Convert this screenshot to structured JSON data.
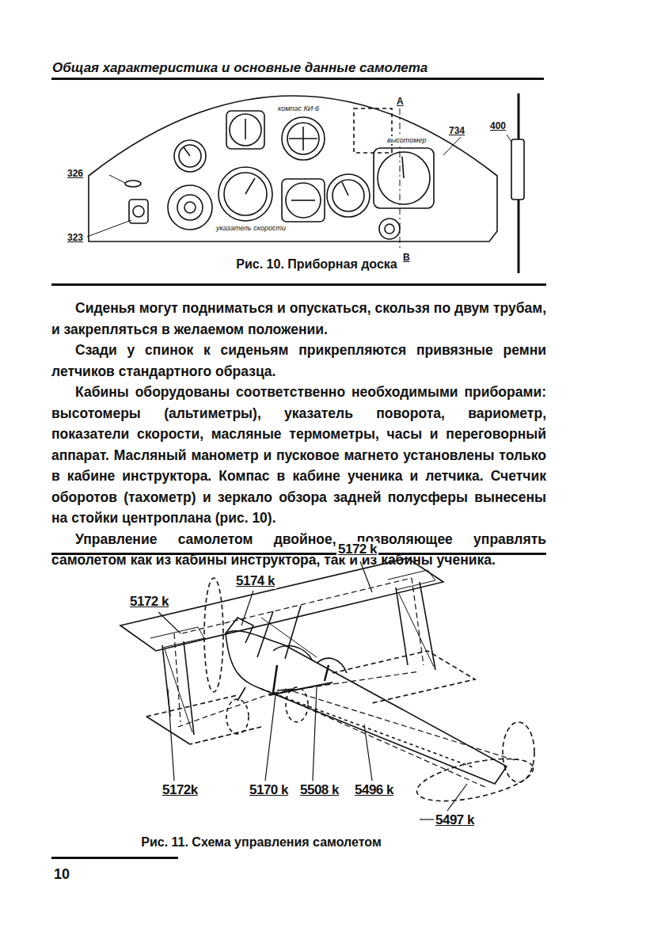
{
  "diagram": {
    "title": "Общая характеристика и основные данные самолета",
    "caption": "Рис. 10. Приборная доска",
    "labels": [
      "734",
      "400",
      "326",
      "323",
      "А",
      "В",
      "высотомер",
      "компас КИ-6",
      "указатель скорости",
      "Сиденья могут подниматься и опускаться, скользя по двум трубам, и закрепляться в желаемом положении.",
      "Сзади у спинок к сиденьям прикрепляются привязные ремни летчиков стандартного образца.",
      "Кабины оборудованы соответственно необходимыми приборами: высотомеры (альтиметры), указатель поворота, вариометр, показатели скорости, масляные термометры, часы и переговорный аппарат. Масляный манометр и пусковое магнето установлены только в кабине инструктора. Компас в кабине ученика и летчика. Счетчик оборотов (тахометр) и зеркало обзора задней полусферы вынесены на стойки центроплана (рис. 10).",
      "Управление самолетом двойное, позволяющее управлять самолетом как из кабины инструктора, так и из кабины ученика.",
      "5172 k",
      "5174 k",
      "5172 k",
      "5172k",
      "5170 k",
      "5508 k",
      "5496 k",
      "5497 k",
      "Рис. 11. Схема управления самолетом",
      "10"
    ]
  }
}
